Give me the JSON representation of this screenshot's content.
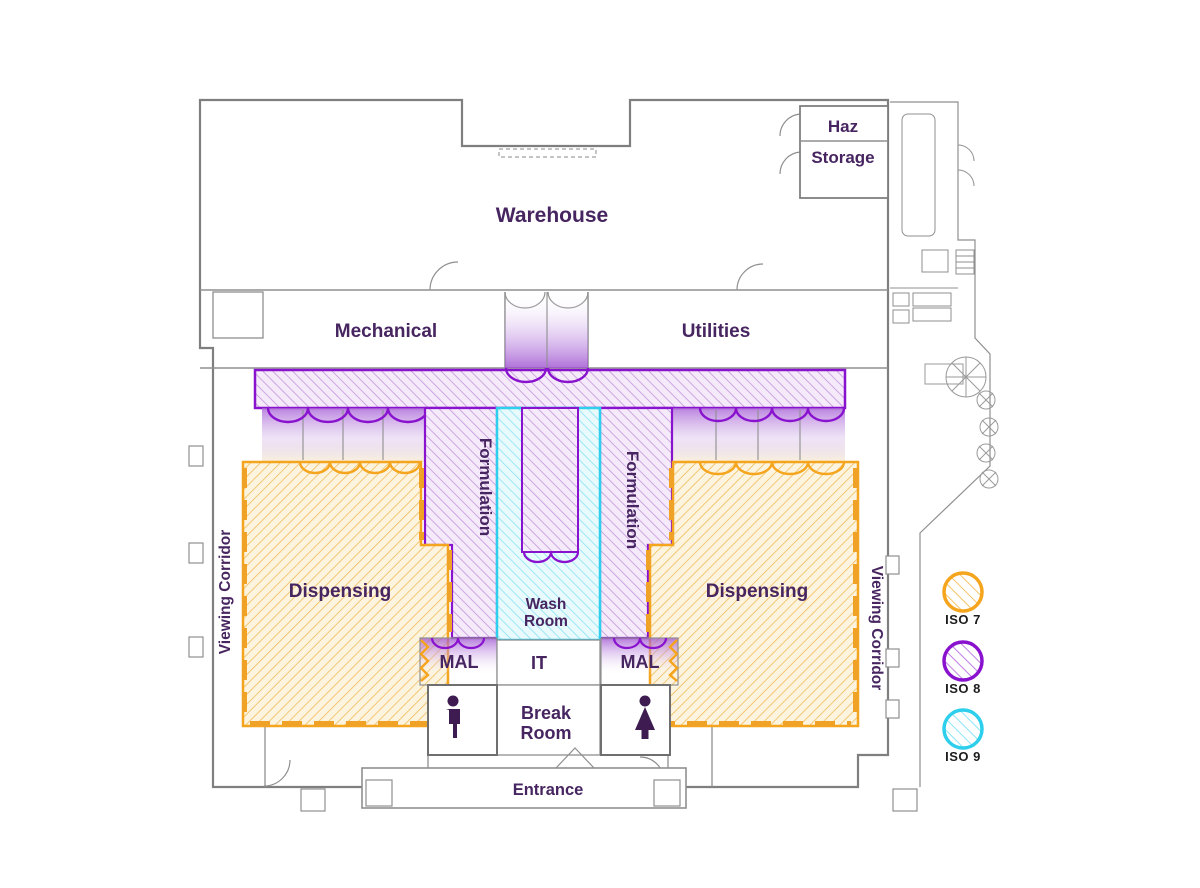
{
  "rooms": {
    "warehouse": {
      "label": "Warehouse"
    },
    "haz_storage": {
      "line1": "Haz",
      "line2": "Storage"
    },
    "mechanical": {
      "label": "Mechanical"
    },
    "utilities": {
      "label": "Utilities"
    },
    "formulation_left": {
      "label": "Formulation"
    },
    "formulation_right": {
      "label": "Formulation"
    },
    "dispensing_left": {
      "label": "Dispensing"
    },
    "dispensing_right": {
      "label": "Dispensing"
    },
    "wash_room": {
      "line1": "Wash",
      "line2": "Room"
    },
    "mal_left": {
      "label": "MAL"
    },
    "mal_right": {
      "label": "MAL"
    },
    "it": {
      "label": "IT"
    },
    "break_room": {
      "line1": "Break",
      "line2": "Room"
    },
    "entrance": {
      "label": "Entrance"
    },
    "viewing_corridor_left": {
      "label": "Viewing Corridor"
    },
    "viewing_corridor_right": {
      "label": "Viewing Corridor"
    }
  },
  "legend": {
    "items": [
      {
        "label": "ISO 7",
        "color": "#F5A41D"
      },
      {
        "label": "ISO 8",
        "color": "#8912CE"
      },
      {
        "label": "ISO 9",
        "color": "#2ECFEC"
      }
    ]
  },
  "icons": {
    "male_restroom": "male-figure",
    "female_restroom": "female-figure"
  },
  "colors": {
    "iso7_orange": "#F5A41D",
    "iso8_purple": "#8912CE",
    "iso9_cyan": "#2ECFEC",
    "label_text": "#472560",
    "legend_text": "#1C1C1C",
    "wall_gray": "#7F7F7F"
  }
}
